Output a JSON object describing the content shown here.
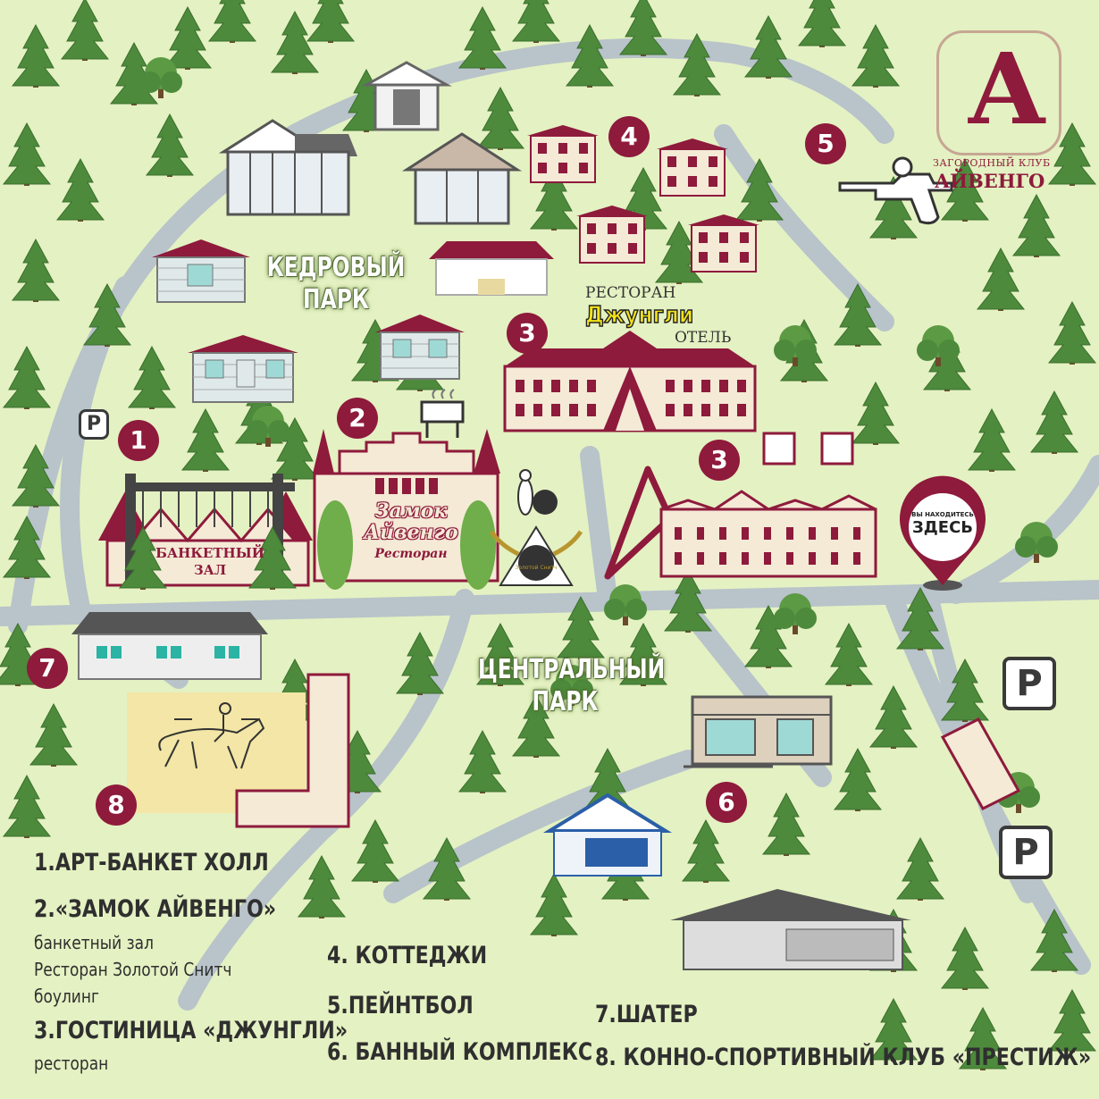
{
  "logo": {
    "letter": "А",
    "subtitle": "ЗАГОРОДНЫЙ КЛУБ",
    "name": "АЙВЕНГО"
  },
  "parks": {
    "cedar_line1": "КЕДРОВЫЙ",
    "cedar_line2": "ПАРК",
    "central_line1": "ЦЕНТРАЛЬНЫЙ",
    "central_line2": "ПАРК"
  },
  "jungle": {
    "restaurant": "РЕСТОРАН",
    "name": "Джунгли",
    "hotel": "ОТЕЛЬ"
  },
  "banquet": {
    "line1": "БАНКЕТНЫЙ",
    "line2": "ЗАЛ"
  },
  "castle": {
    "line1": "Замок",
    "line2": "Айвенго",
    "line3": "Ресторан"
  },
  "snitch": "Золотой Снитч",
  "you_are_here": {
    "line1": "ВЫ НАХОДИТЕСЬ",
    "line2": "ЗДЕСЬ"
  },
  "parking_symbol": "P",
  "markers": {
    "m1": "1",
    "m2": "2",
    "m3a": "3",
    "m3b": "3",
    "m4": "4",
    "m5": "5",
    "m6": "6",
    "m7": "7",
    "m8": "8"
  },
  "legend": {
    "item1": "1.АРТ-БАНКЕТ ХОЛЛ",
    "item2": "2.«ЗАМОК АЙВЕНГО»",
    "item2_sub1": "банкетный зал",
    "item2_sub2": "Ресторан Золотой Снитч",
    "item2_sub3": "боулинг",
    "item3": "3.ГОСТИНИЦА «ДЖУНГЛИ»",
    "item3_sub1": "ресторан",
    "item4": "4. КОТТЕДЖИ",
    "item5": "5.ПЕЙНТБОЛ",
    "item6": "6. БАННЫЙ КОМПЛЕКС",
    "item7": "7.ШАТЕР",
    "item8": "8. КОННО-СПОРТИВНЫЙ КЛУБ «ПРЕСТИЖ»"
  },
  "colors": {
    "background": "#e4f1c2",
    "road": "#b8c3ca",
    "roof": "#8e1a3c",
    "tree": "#4d8a3c",
    "marker": "#8e1a3c"
  }
}
